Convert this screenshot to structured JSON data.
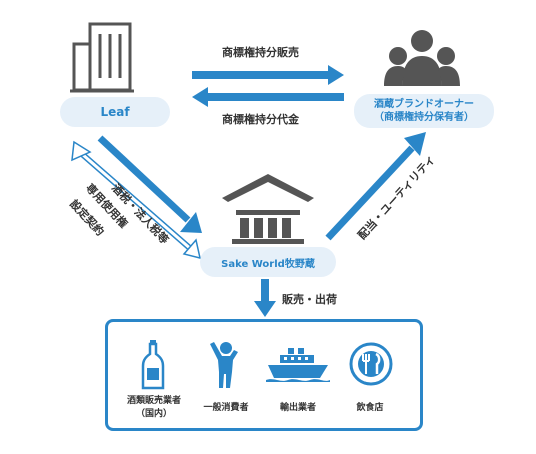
{
  "colors": {
    "accent": "#2a86c8",
    "pill_bg": "#e6f0f9",
    "icon_gray": "#555555"
  },
  "nodes": {
    "leaf": {
      "label": "Leaf",
      "icon": "office-building-icon"
    },
    "owner": {
      "line1": "酒蔵ブランドオーナー",
      "line2": "（商標権持分保有者）",
      "icon": "people-group-icon"
    },
    "sakeworld": {
      "label": "Sake World牧野蔵",
      "icon": "classical-building-icon"
    }
  },
  "flows": {
    "sale": "商標権持分販売",
    "payment": "商標権持分代金",
    "tax": "酒税・法人税等",
    "license_line1": "専用使用権",
    "license_line2": "設定契約",
    "dividend": "配当・ユーティリティ",
    "sell_ship": "販売・出荷"
  },
  "customers": [
    {
      "line1": "酒類販売業者",
      "line2": "（国内）",
      "icon": "bottle-icon"
    },
    {
      "line1": "一般消費者",
      "line2": "",
      "icon": "person-icon"
    },
    {
      "line1": "輸出業者",
      "line2": "",
      "icon": "ship-icon"
    },
    {
      "line1": "飲食店",
      "line2": "",
      "icon": "restaurant-icon"
    }
  ]
}
